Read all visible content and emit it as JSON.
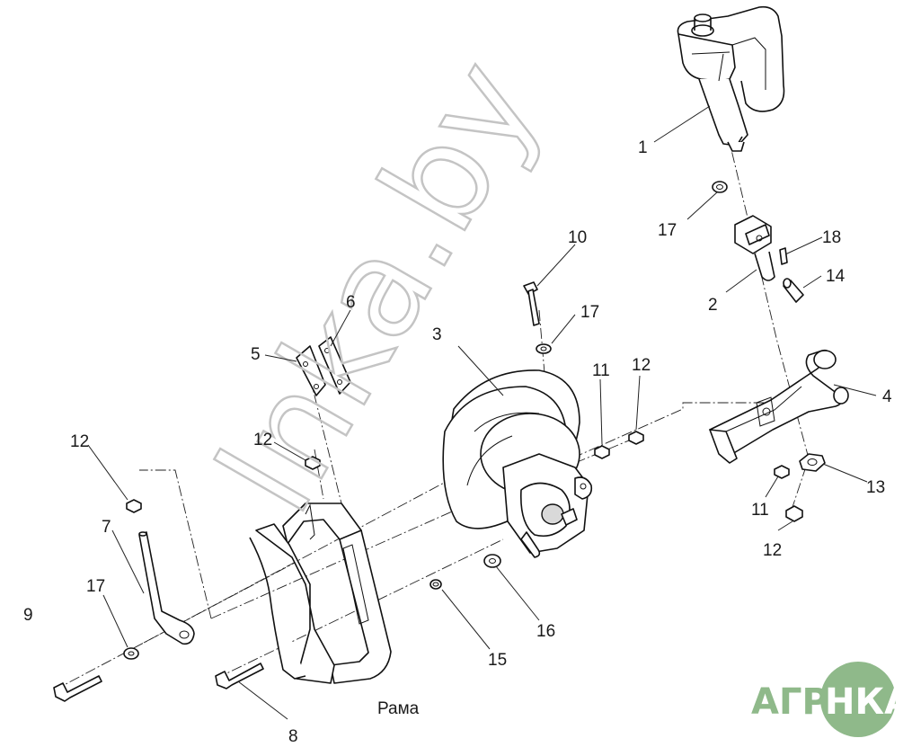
{
  "callouts": [
    {
      "id": "c1",
      "label": "1"
    },
    {
      "id": "c2",
      "label": "2"
    },
    {
      "id": "c3",
      "label": "3"
    },
    {
      "id": "c4",
      "label": "4"
    },
    {
      "id": "c5",
      "label": "5"
    },
    {
      "id": "c6",
      "label": "6"
    },
    {
      "id": "c7",
      "label": "7"
    },
    {
      "id": "c8",
      "label": "8"
    },
    {
      "id": "c9",
      "label": "9"
    },
    {
      "id": "c10",
      "label": "10"
    },
    {
      "id": "c11a",
      "label": "11"
    },
    {
      "id": "c11b",
      "label": "11"
    },
    {
      "id": "c12a",
      "label": "12"
    },
    {
      "id": "c12b",
      "label": "12"
    },
    {
      "id": "c12c",
      "label": "12"
    },
    {
      "id": "c12d",
      "label": "12"
    },
    {
      "id": "c13",
      "label": "13"
    },
    {
      "id": "c14",
      "label": "14"
    },
    {
      "id": "c15",
      "label": "15"
    },
    {
      "id": "c16",
      "label": "16"
    },
    {
      "id": "c17a",
      "label": "17"
    },
    {
      "id": "c17b",
      "label": "17"
    },
    {
      "id": "c17c",
      "label": "17"
    },
    {
      "id": "c18",
      "label": "18"
    }
  ],
  "frame_label": "Рама",
  "watermark": "lnka.by",
  "logo": {
    "left": "АГРО",
    "right": "НКА",
    "color": "#8fb98a"
  }
}
